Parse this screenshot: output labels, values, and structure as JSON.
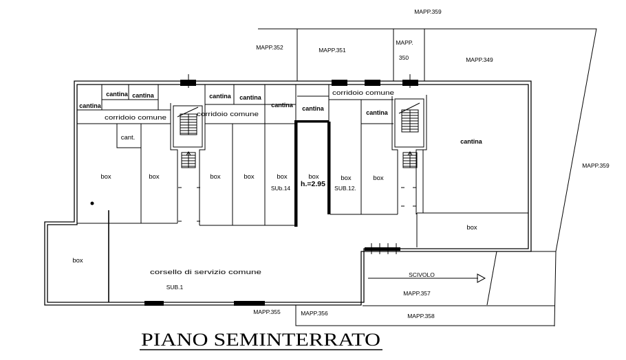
{
  "parcels": {
    "mapp_359_top": "MAPP.359",
    "mapp_352": "MAPP.352",
    "mapp_351": "MAPP.351",
    "mapp_350_a": "MAPP.",
    "mapp_350_b": "350",
    "mapp_349": "MAPP.349",
    "mapp_359_right": "MAPP.359",
    "mapp_357": "MAPP.357",
    "mapp_355": "MAPP.355",
    "mapp_356": "MAPP.356",
    "mapp_358": "MAPP.358"
  },
  "rooms": {
    "cantine": [
      "cantina",
      "cantina",
      "cantina",
      "cantina",
      "cantina",
      "cantina",
      "cantina",
      "cantina",
      "cantina"
    ],
    "corridoi": [
      "corridoio comune",
      "corridoio comune",
      "corridoio comune"
    ],
    "cant": "cant.",
    "boxes": [
      "box",
      "box",
      "box",
      "box",
      "box",
      "box",
      "box",
      "box",
      "box",
      "box"
    ],
    "corsello": "corsello di servizio comune",
    "scivolo": "SCIVOLO"
  },
  "annotations": {
    "sub_14": "SUb.14",
    "sub_12": "SUB.12.",
    "sub_1": "SUB.1",
    "height": "h.=2.95"
  },
  "title": "PIANO SEMINTERRATO"
}
